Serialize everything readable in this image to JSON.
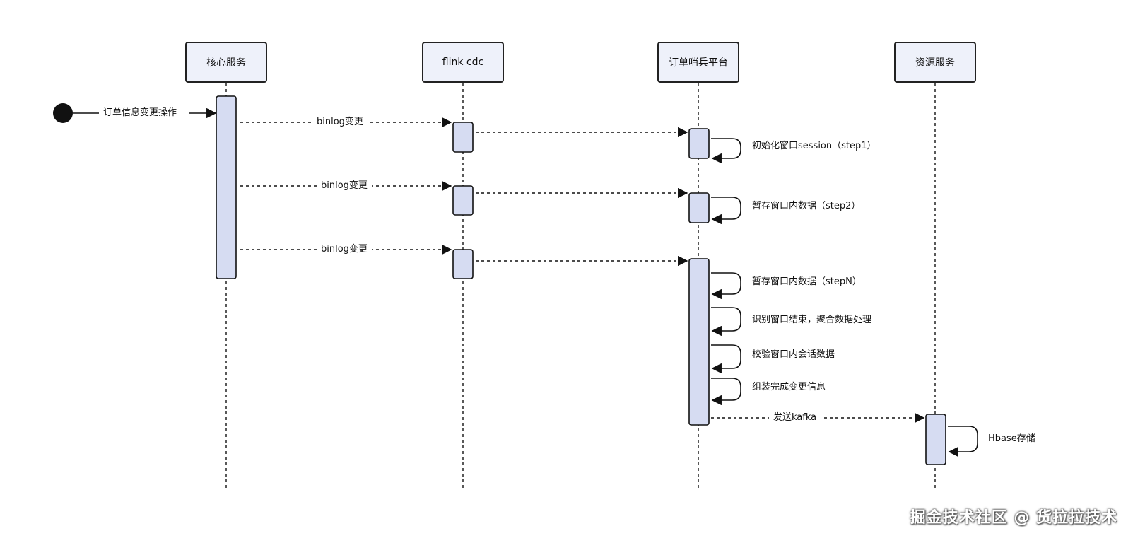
{
  "participants": [
    {
      "name": "核心服务"
    },
    {
      "name": "flink cdc"
    },
    {
      "name": "订单哨兵平台"
    },
    {
      "name": "资源服务"
    }
  ],
  "start_message": "订单信息变更操作",
  "messages": [
    {
      "label": "binlog变更"
    },
    {
      "label": "binlog变更"
    },
    {
      "label": "binlog变更"
    },
    {
      "label": "发送kafka"
    }
  ],
  "self_calls": [
    {
      "label": "初始化窗口session（step1）"
    },
    {
      "label": "暂存窗口内数据（step2）"
    },
    {
      "label": "暂存窗口内数据（stepN）"
    },
    {
      "label": "识别窗口结束，聚合数据处理"
    },
    {
      "label": "校验窗口内会话数据"
    },
    {
      "label": "组装完成变更信息"
    },
    {
      "label": "Hbase存储"
    }
  ],
  "footer": "掘金技术社区 @ 货拉拉技术",
  "colors": {
    "box_fill": "#eef1fa",
    "activation_fill": "#d6dcf2",
    "line": "#222222"
  }
}
